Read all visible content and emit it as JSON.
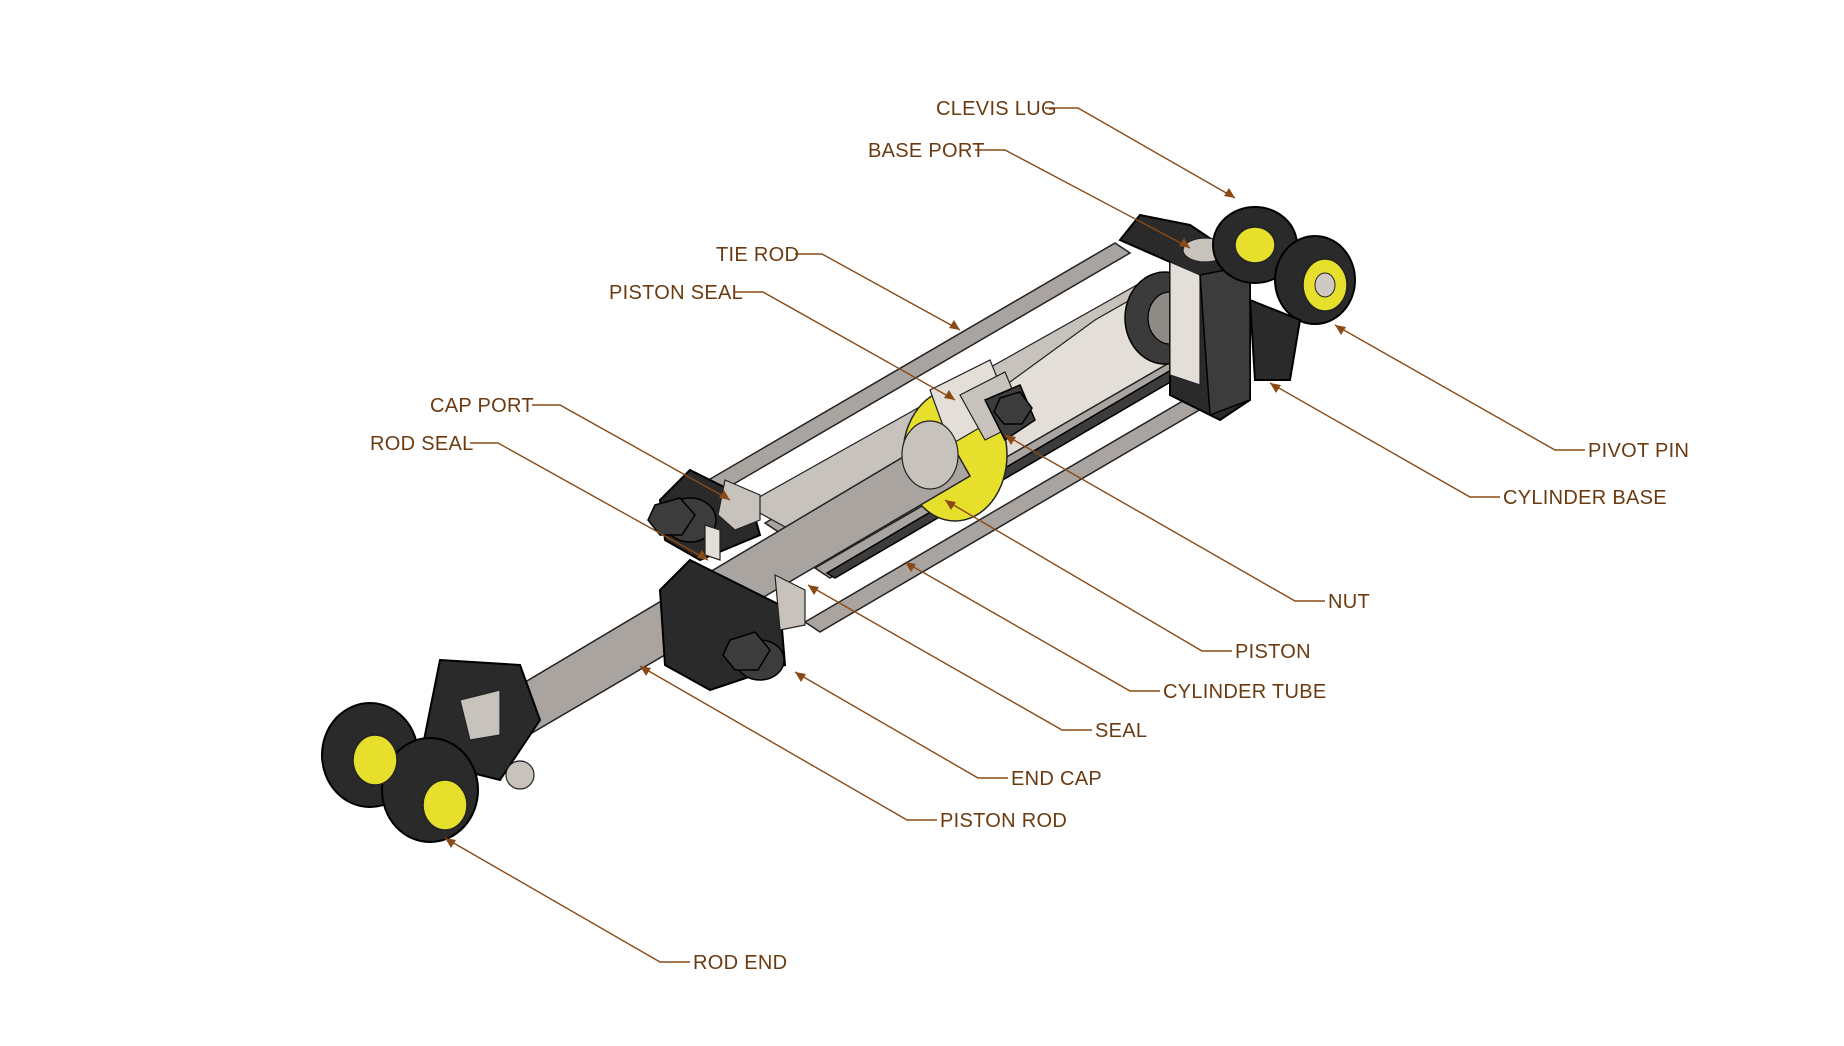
{
  "labels": {
    "clevis_lug": "CLEVIS LUG",
    "base_port": "BASE PORT",
    "tie_rod": "TIE ROD",
    "piston_seal": "PISTON SEAL",
    "cap_port": "CAP PORT",
    "rod_seal": "ROD SEAL",
    "pivot_pin": "PIVOT PIN",
    "cylinder_base": "CYLINDER BASE",
    "nut": "NUT",
    "piston": "PISTON",
    "cylinder_tube": "CYLINDER TUBE",
    "seal": "SEAL",
    "end_cap": "END CAP",
    "piston_rod": "PISTON ROD",
    "rod_end": "ROD END"
  },
  "colors": {
    "label_text": "#6b3a10",
    "leader_line": "#8a4a16",
    "body_dark": "#2a2a2a",
    "steel": "#a9a4a0",
    "pin_yellow": "#e6e02c"
  }
}
